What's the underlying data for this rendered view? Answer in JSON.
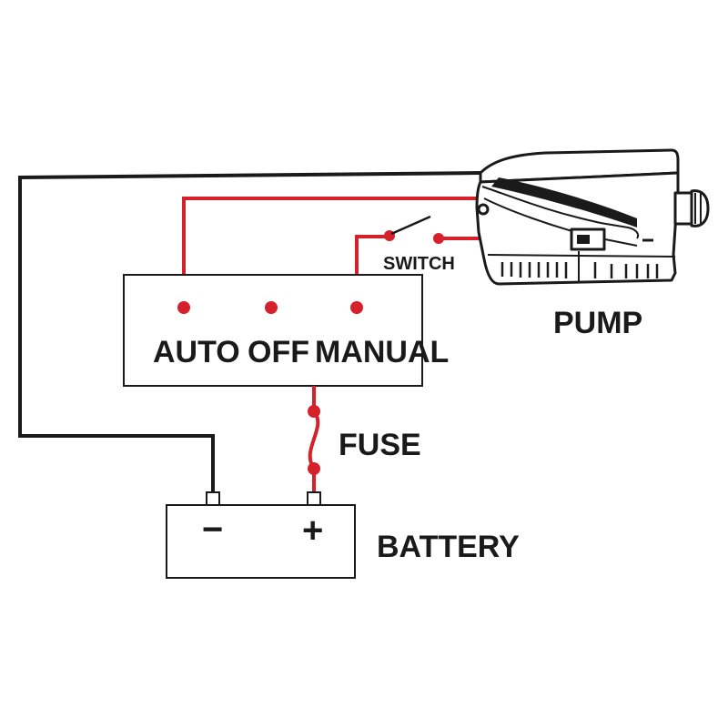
{
  "labels": {
    "auto": "AUTO",
    "off": "OFF",
    "manual": "MANUAL",
    "pump": "PUMP",
    "switch": "SWITCH",
    "fuse": "FUSE",
    "battery": "BATTERY",
    "minus": "−",
    "plus": "+"
  },
  "colors": {
    "wire_positive": "#d6202a",
    "wire_negative": "#1a1a1a"
  }
}
